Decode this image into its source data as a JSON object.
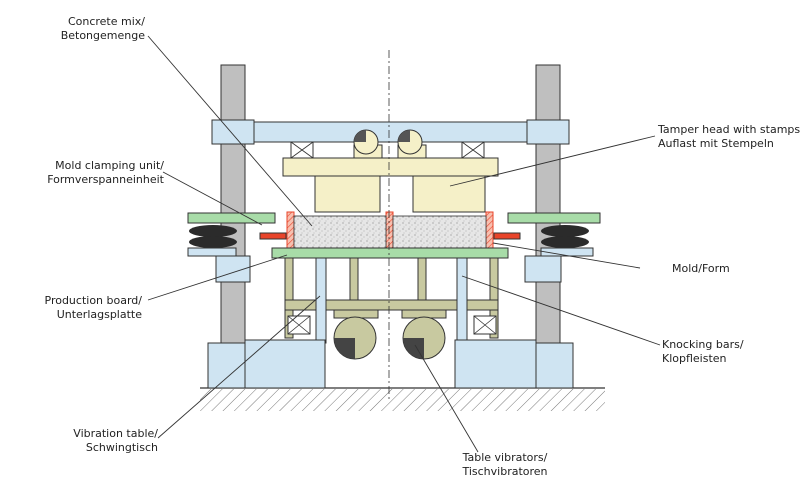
{
  "labels": {
    "concrete_mix": {
      "line1": "Concrete mix/",
      "line2": "Betongemenge"
    },
    "tamper_head": {
      "line1": "Tamper head with stamps/",
      "line2": "Auflast mit Stempeln"
    },
    "mold_clamping": {
      "line1": "Mold clamping unit/",
      "line2": "Formverspanneinheit"
    },
    "mold_form": {
      "line1": "Mold/Form"
    },
    "production_board": {
      "line1": "Production board/",
      "line2": "Unterlagsplatte"
    },
    "knocking_bars": {
      "line1": "Knocking bars/",
      "line2": "Klopfleisten"
    },
    "vibration_table": {
      "line1": "Vibration table/",
      "line2": "Schwingtisch"
    },
    "table_vibrators": {
      "line1": "Table vibrators/",
      "line2": "Tischvibratoren"
    }
  },
  "colors": {
    "light_blue": "#cfe4f2",
    "yellow": "#f5f0c8",
    "olive": "#c8c9a0",
    "green": "#a8dca8",
    "red": "#e8442a",
    "gray_column": "#bfbfbf",
    "black_rubber": "#2b2b2b"
  }
}
